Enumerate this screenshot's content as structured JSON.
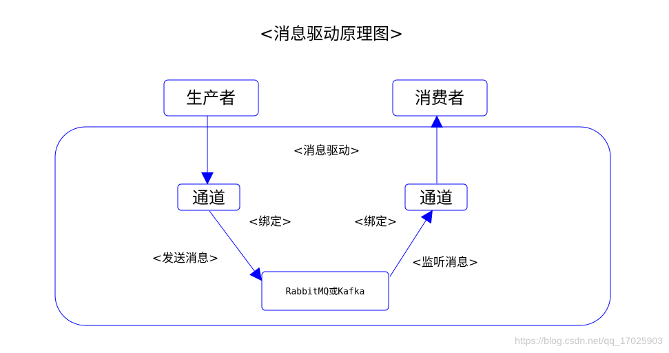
{
  "title": "<消息驱动原理图>",
  "colors": {
    "line": "#0000ff",
    "text": "#000000",
    "background": "#ffffff",
    "watermark": "#c8c8c8"
  },
  "nodes": {
    "producer": "生产者",
    "consumer": "消费者",
    "channel_left": "通道",
    "channel_right": "通道",
    "broker": "RabbitMQ或Kafka"
  },
  "container_label": "<消息驱动>",
  "edge_labels": {
    "bind_left": "<绑定>",
    "bind_right": "<绑定>",
    "send": "<发送消息>",
    "listen": "<监听消息>"
  },
  "watermark": "https://blog.csdn.net/qq_17025903"
}
